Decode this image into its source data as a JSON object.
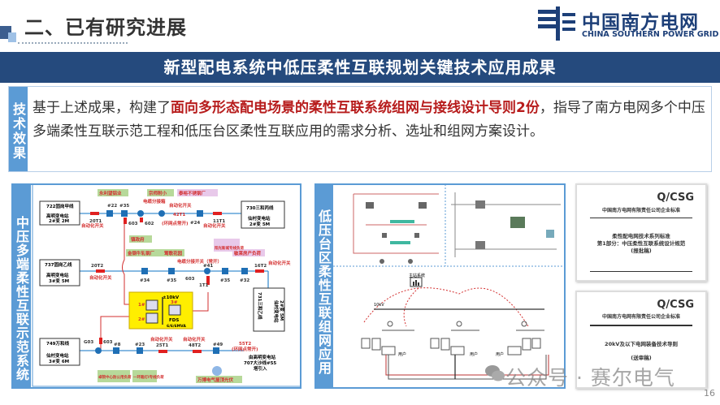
{
  "header": {
    "title": "二、已有研究进展",
    "logo_cn": "中国南方电网",
    "logo_en": "CHINA SOUTHERN POWER GRID"
  },
  "banner": {
    "title": "新型配电系统中低压柔性互联规划关键技术应用成果"
  },
  "effect": {
    "label": "技术效果",
    "text_before": "基于上述成果，构建了",
    "text_highlight": "面向多形态配电场景的柔性互联系统组网与接线设计导则2份",
    "text_after": "，指导了南方电网多个中压多端柔性互联示范工程和低压台区柔性互联应用的需求分析、选址和组网方案设计。"
  },
  "mv_panel": {
    "label": "中压多端柔性互联示范系统",
    "feeders": {
      "f722": {
        "line": "722固岗甲线",
        "sub": "高明变电站",
        "trans": "2#变 2M"
      },
      "f730": {
        "line": "730三和丙线",
        "sub": "仙村变电站",
        "trans": "2#变 5M"
      },
      "f737": {
        "line": "737固岗乙线",
        "sub": "高明变电站",
        "trans": "3#变 5M"
      },
      "f731": {
        "line": "731三和乙线",
        "sub": "仙村变电站",
        "trans": "2#变 5M"
      },
      "f749": {
        "line": "749万和线",
        "sub": "仙村变电站",
        "trans": "3#变 6M"
      }
    },
    "loads": [
      "永利望铝业",
      "宗师附小",
      "泰裕不锈钢厂",
      "镇政府",
      "金钢牛轧钢厂",
      "莺歌花园",
      "阳光新城专线负荷",
      "敏莱房产负荷",
      "卓院中心防公用负荷",
      "一环路灯I专线负荷",
      "万博电气屋顶光伏"
    ],
    "nodes": [
      "#22",
      "#35",
      "603",
      "602",
      "#24",
      "#34",
      "#35",
      "603",
      "#41",
      "#35",
      "#32",
      "G03",
      "603",
      "#8",
      "#23",
      "#49"
    ],
    "switches": [
      "20T1",
      "42T1",
      "11T1",
      "20T2",
      "16T2",
      "1T1",
      "25T1",
      "48T2",
      "55T2"
    ],
    "notes": {
      "auto_switch": "自动化开关",
      "auto_switch_wrap": "自动化开关",
      "loop_open": "(环网点常开)",
      "cable_branch": "电缆分接箱",
      "cable_branch_open": "电缆分接开关（常开）",
      "incoming": "由高明变电站",
      "incoming2": "707大沙线#55",
      "incoming3": "塔引入"
    },
    "fds": {
      "voltage": "±10kV",
      "name": "FDS",
      "rating": "6/6/6MVA",
      "p1": "1#",
      "p2": "2#",
      "p3": "3#"
    }
  },
  "lv_panel": {
    "label": "低压台区柔性互联组网应用",
    "master": "主站系统",
    "bus": "10kV",
    "user": "用户"
  },
  "docs": [
    {
      "code": "Q/CSG",
      "org": "中国南方电网有限责任公司企业标准",
      "series": "柔性配电网技术系列标准",
      "title": "第1部分：中压柔性互联系统设计规范",
      "status": "(报批稿)"
    },
    {
      "code": "Q/CSG",
      "org": "中国南方电网有限责任公司企业标准",
      "title": "20kV及以下电网装备技术导则",
      "status": "(送审稿)"
    }
  ],
  "watermark": "公众号 · 赛尔电气",
  "page_number": "16",
  "colors": {
    "banner": "#254a7d",
    "accent": "#5b9bd5",
    "highlight": "#b71c1c"
  }
}
